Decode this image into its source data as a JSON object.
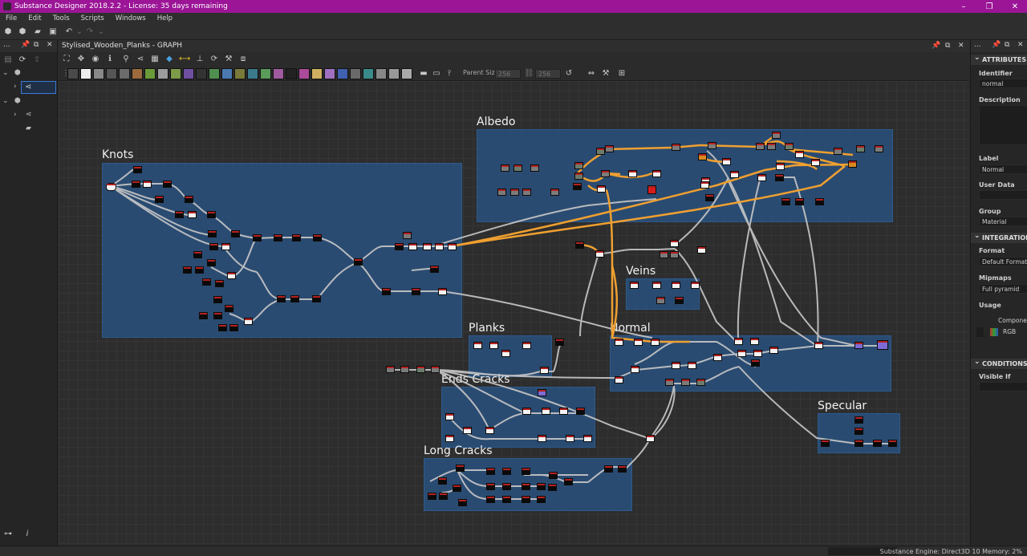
{
  "window": {
    "title": "Substance Designer 2018.2.2 - License: 35 days remaining"
  },
  "menu": [
    "File",
    "Edit",
    "Tools",
    "Scripts",
    "Windows",
    "Help"
  ],
  "explorer": {
    "header_dots": "..."
  },
  "graph": {
    "tab_title": "Stylised_Wooden_Planks - GRAPH",
    "parent_size_label": "Parent Size:",
    "parent_size_value": "256",
    "parent_size_value2": "256"
  },
  "frames": [
    {
      "title": "Knots"
    },
    {
      "title": "Albedo"
    },
    {
      "title": "Veins"
    },
    {
      "title": "Planks"
    },
    {
      "title": "Normal"
    },
    {
      "title": "Ends Cracks"
    },
    {
      "title": "Long Cracks"
    },
    {
      "title": "Specular"
    }
  ],
  "attributes": {
    "section_attributes": "ATTRIBUTES",
    "identifier_label": "Identifier",
    "identifier_value": "normal",
    "description_label": "Description",
    "label_label": "Label",
    "label_value": "Normal",
    "user_data_label": "User Data",
    "group_label": "Group",
    "group_value": "Material",
    "section_integration": "INTEGRATION",
    "format_label": "Format",
    "format_value": "Default Format",
    "mipmaps_label": "Mipmaps",
    "mipmaps_value": "Full pyramid",
    "usage_label": "Usage",
    "components_label": "Components",
    "components_value": "RGB",
    "section_conditions": "CONDITIONS",
    "visible_if_label": "Visible If"
  },
  "status": {
    "engine": "Substance Engine: Direct3D 10  Memory: 2%"
  },
  "colors": {
    "titlebar": "#9b1596",
    "frame": "#2a5280",
    "wire": "#c8c8c8",
    "wire_orange": "#f0a030"
  }
}
